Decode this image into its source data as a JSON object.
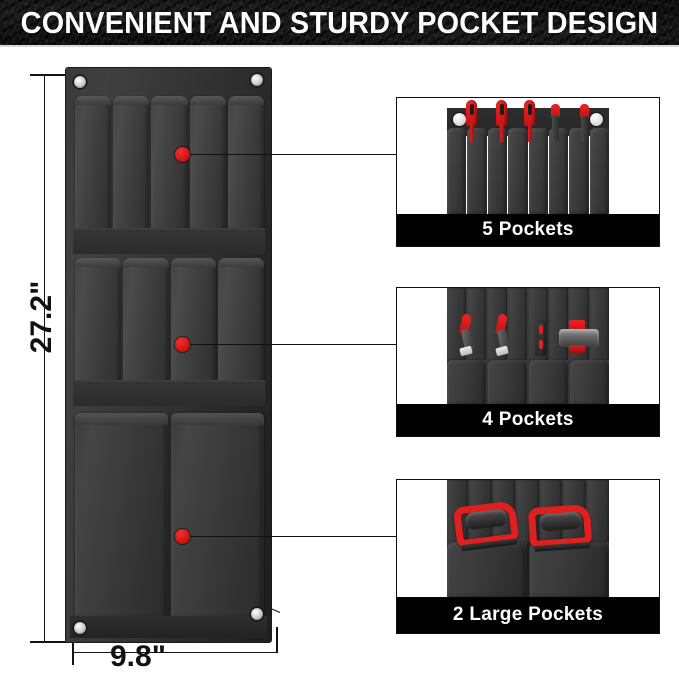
{
  "banner": {
    "title": "CONVENIENT AND STURDY POCKET DESIGN"
  },
  "product": {
    "name": "wall-mounted tool pocket organizer",
    "colors": {
      "body": "#333333",
      "accent_red": "#d41818",
      "grommet": "#e8e8e8",
      "line": "#111111"
    },
    "dimensions": {
      "height_label": "27.2\"",
      "width_label": "9.8\""
    },
    "markers": [
      {
        "id": "marker-top",
        "target": "5 Pockets"
      },
      {
        "id": "marker-middle",
        "target": "4 Pockets"
      },
      {
        "id": "marker-bottom",
        "target": "2 Large Pockets"
      }
    ]
  },
  "panels": [
    {
      "id": "panel-5-pockets",
      "caption": "5 Pockets",
      "pocket_count": 5,
      "tools": [
        "red screwdriver",
        "red screwdriver",
        "red screwdriver",
        "red tool",
        "red tool"
      ]
    },
    {
      "id": "panel-4-pockets",
      "caption": "4 Pockets",
      "pocket_count": 4,
      "tools": [
        "red-handled plier",
        "red-handled plier",
        "screwdriver",
        "roller tool"
      ]
    },
    {
      "id": "panel-2-large-pockets",
      "caption": "2 Large Pockets",
      "pocket_count": 2,
      "tools": [
        "red hand saw",
        "red hand saw"
      ]
    }
  ]
}
